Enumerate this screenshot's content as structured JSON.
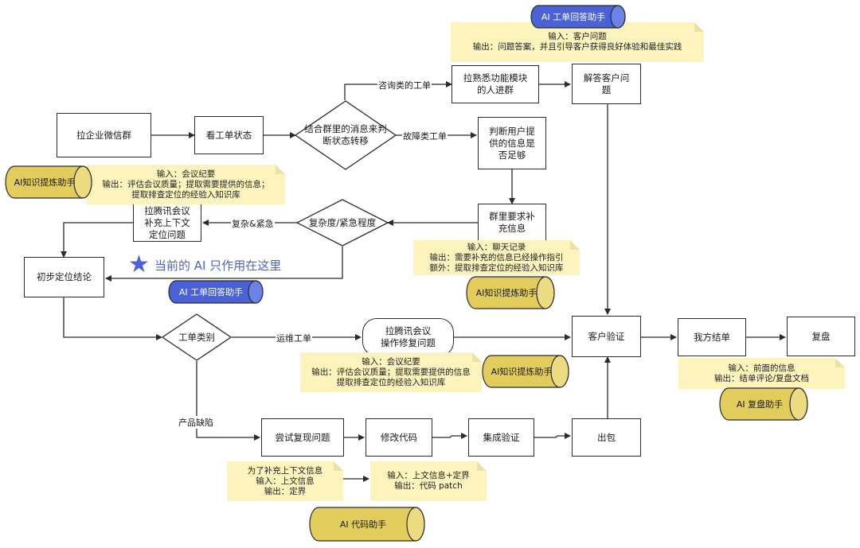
{
  "nodes": {
    "pull_wechat_group": "拉企业微信群",
    "check_ticket_status": "看工单状态",
    "judge_state_by_msgs": "结合群里的消息来判\n断状态转移",
    "pull_feature_owner": "拉熟悉功能模块\n的人进群",
    "answer_customer": "解答客户问\n题",
    "judge_info_enough": "判断用户提\n供的信息是\n否足够",
    "request_more_info": "群里要求补\n充信息",
    "complexity": "复杂度/紧急程度",
    "tencent_meeting_context": "拉腾讯会议\n补充上下文\n定位问题",
    "preliminary_conclusion": "初步定位结论",
    "ticket_type": "工单类别",
    "tencent_meeting_fix": "拉腾讯会议\n操作修复问题",
    "customer_verify": "客户验证",
    "our_close": "我方结单",
    "review": "复盘",
    "reproduce": "尝试复现问题",
    "modify_code": "修改代码",
    "integration_test": "集成验证",
    "release": "出包"
  },
  "edge_labels": {
    "consult": "咨询类的工单",
    "fault": "故障类工单",
    "complex_urgent": "复杂&紧急",
    "ops": "运维工单",
    "product_defect": "产品缺陷"
  },
  "assistants": {
    "answer_top": "AI 工单回答助手",
    "knowledge_left": "AI知识提炼助手",
    "answer_mid": "AI 工单回答助手",
    "knowledge_mid": "AI知识提炼助手",
    "knowledge_bottom": "AI知识提炼助手",
    "review": "AI 复盘助手",
    "code": "AI 代码助手"
  },
  "notes": {
    "answer_top": "输入：客户问题\n输出：问题答案，并且引导客户获得良好体验和最佳实践",
    "knowledge_left": "输入：会议纪要\n输出：评估会议质量；提取需要提供的信息；\n提取排查定位的经验入知识库",
    "chat_record": "输入：聊天记录\n输出：需要补充的信息已经操作指引\n额外：提取排查定位的经验入知识库",
    "knowledge_bottom": "输入：会议纪要\n输出：评估会议质量；提取需要提供的信息\n提取排查定位的经验入知识库",
    "review": "输入：前面的信息\n输出：结单评论/复盘文档",
    "context_boundary": "为了补充上下文信息\n输入：上文信息\n输出：定界",
    "code_patch": "输入：上文信息+定界\n输出：代码 patch"
  },
  "highlight": "当前的 AI 只作用在这里",
  "colors": {
    "blue_cyl": "#4a62d6",
    "gold_cyl": "#e2cd5c",
    "note_bg": "#fdf3bd",
    "highlight": "#4b63d8",
    "line": "#2b2b2b"
  },
  "icons": {
    "highlight_marker": "star-icon"
  }
}
